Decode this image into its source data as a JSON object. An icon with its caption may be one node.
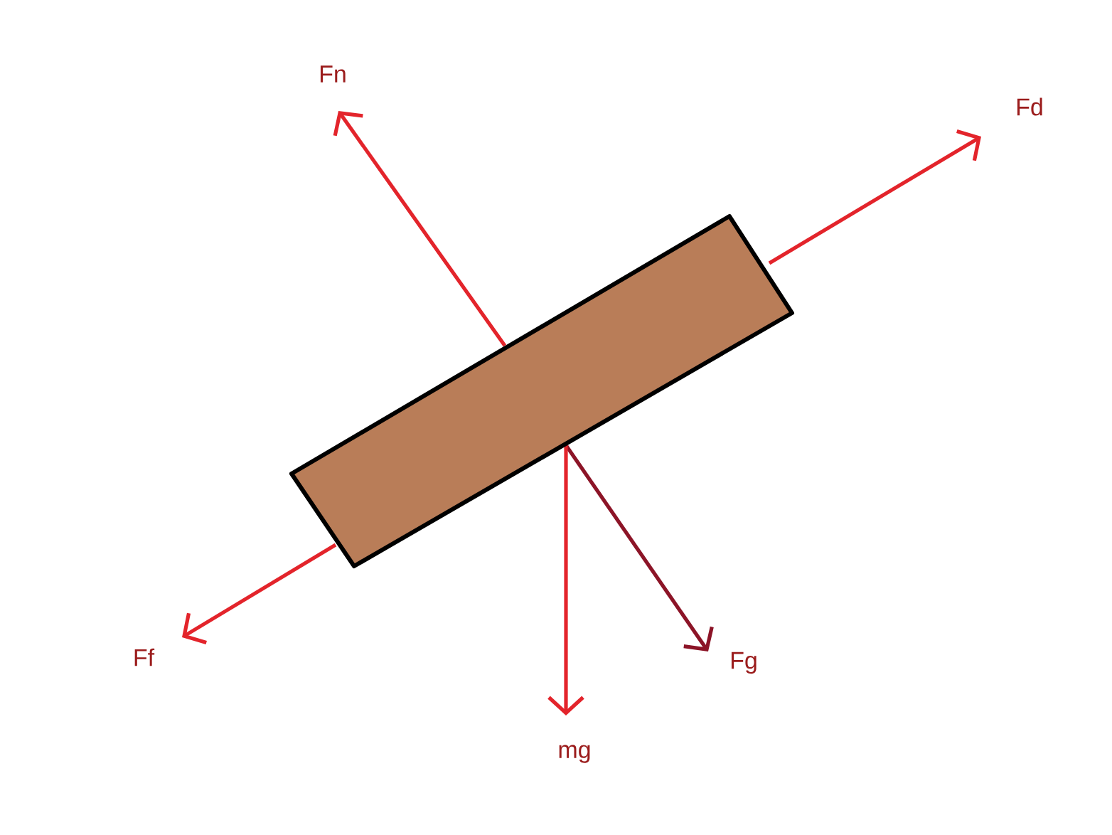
{
  "diagram": {
    "labels": [
      "Fn",
      "Fd",
      "Ff",
      "Fg",
      "mg"
    ]
  }
}
